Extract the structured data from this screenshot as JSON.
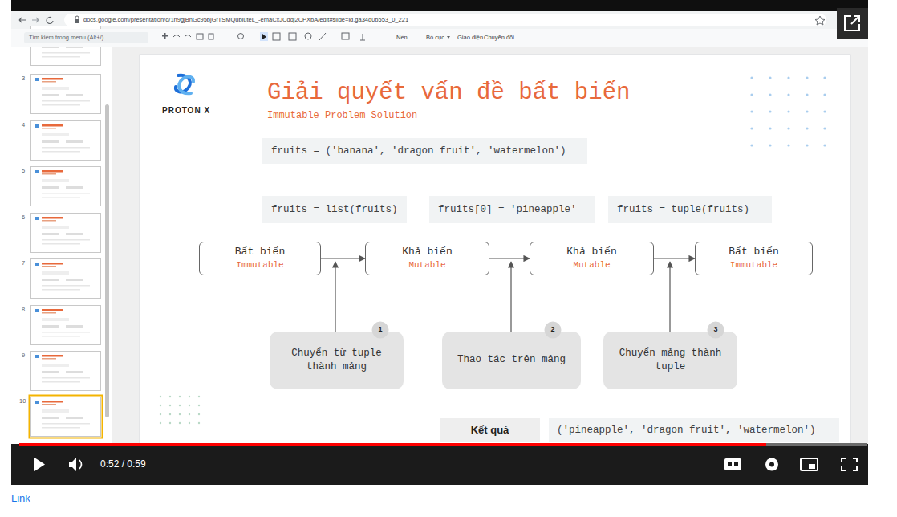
{
  "diagram": {
    "title": "Giải quyết vấn đề bất biến",
    "nodes": [
      {
        "text": [
          "fruits = ('banana', 'dragon fruit', 'watermelon')"
        ]
      },
      {
        "text": [
          "fruits = list(fruits)"
        ]
      },
      {
        "text": [
          "fruits[0] = 'pineapple'"
        ]
      },
      {
        "text": [
          "fruits = tuple(fruits)"
        ]
      },
      {
        "text": [
          "Bất biến",
          "Immutable"
        ]
      },
      {
        "text": [
          "Khả biến",
          "Mutable"
        ]
      },
      {
        "text": [
          "Khả biến",
          "Mutable"
        ]
      },
      {
        "text": [
          "Bất biến",
          "Immutable"
        ]
      },
      {
        "text": [
          "1"
        ]
      },
      {
        "text": [
          "Chuyển từ tuple thành mảng"
        ]
      },
      {
        "text": [
          "2"
        ]
      },
      {
        "text": [
          "Thao tác trên mảng"
        ]
      },
      {
        "text": [
          "3"
        ]
      },
      {
        "text": [
          "Chuyển mảng thành tuple"
        ]
      },
      {
        "text": [
          "Kết quả"
        ]
      },
      {
        "text": [
          "('pineapple', 'dragon fruit', 'watermelon')"
        ]
      }
    ],
    "edges": [
      {
        "from": 4,
        "to": 5,
        "arrow": "to"
      },
      {
        "from": 5,
        "to": 6,
        "arrow": "to"
      },
      {
        "from": 6,
        "to": 7,
        "arrow": "to"
      }
    ],
    "labels": [
      "docs.google.com/presentation/d/1h9gjBnGc95bjGfTSMQubluteL_-emaCxJCddj2CPXbA/edit#slide=id.ga34d0b553_0_221",
      "Tìm kiếm trong menu (Alt+/)",
      "Nền",
      "Bố cục",
      "Giao diện",
      "Chuyển đổi",
      "3",
      "4",
      "5",
      "6",
      "7",
      "8",
      "9",
      "10",
      "PROTON X",
      "Immutable Problem Solution",
      "0:52 / 0:59",
      "Link"
    ]
  }
}
